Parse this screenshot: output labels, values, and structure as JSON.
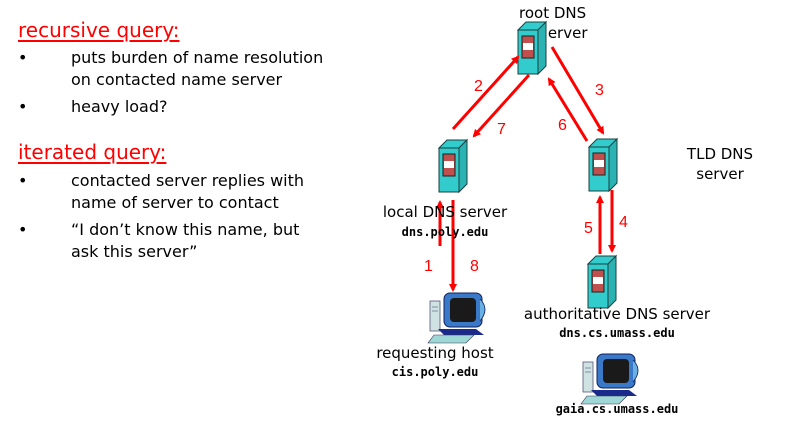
{
  "left": {
    "recursive": {
      "heading": "recursive query:",
      "bullets": [
        {
          "line1": "puts burden of name resolution",
          "line2": "on contacted name server"
        },
        {
          "line1": "heavy load?",
          "line2": ""
        }
      ]
    },
    "iterated": {
      "heading": "iterated query:",
      "bullets": [
        {
          "line1": "contacted server replies with",
          "line2": "name of server to contact"
        },
        {
          "line1": "“I don’t know this name, but",
          "line2": "ask this server”"
        }
      ]
    },
    "bullet_glyph": "•"
  },
  "diagram": {
    "root": {
      "line1": "root DNS",
      "line2": "server"
    },
    "tld": {
      "line1": "TLD DNS",
      "line2": "server"
    },
    "local": {
      "label": "local DNS server",
      "host": "dns.poly.edu"
    },
    "requesting": {
      "label": "requesting host",
      "host": "cis.poly.edu"
    },
    "authoritative": {
      "label": "authoritative DNS server",
      "host": "dns.cs.umass.edu"
    },
    "target": {
      "host": "gaia.cs.umass.edu"
    },
    "steps": [
      "1",
      "2",
      "3",
      "4",
      "5",
      "6",
      "7",
      "8"
    ],
    "colors": {
      "arrow": "#ff0000",
      "server_face": "#33cccc",
      "server_panel": "#c0504d",
      "heading": "#ff0000"
    }
  }
}
